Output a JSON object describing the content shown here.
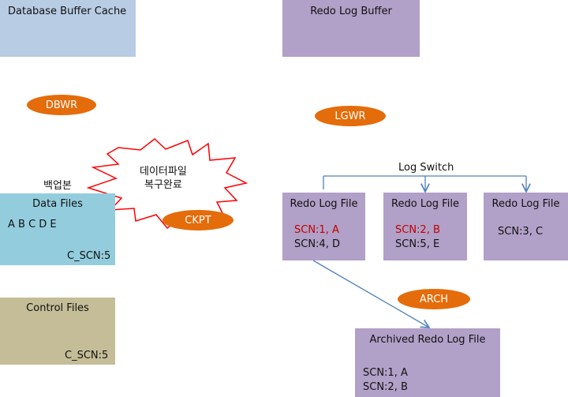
{
  "db_buffer_cache": {
    "label": "Database Buffer Cache",
    "color": "#b8cce4"
  },
  "redo_log_buffer": {
    "label": "Redo Log Buffer",
    "color": "#b1a0c7"
  },
  "processes": {
    "dbwr": "DBWR",
    "lgwr": "LGWR",
    "ckpt": "CKPT",
    "arch": "ARCH"
  },
  "starburst": {
    "line1": "데이터파일",
    "line2": "복구완료"
  },
  "backup_label": "백업본",
  "data_files": {
    "title": "Data Files",
    "content": "A B C D E",
    "scn": "C_SCN:5",
    "color": "#93cddd"
  },
  "control_files": {
    "title": "Control Files",
    "scn": "C_SCN:5",
    "color": "#c4bd97"
  },
  "log_switch_label": "Log Switch",
  "redo_log_files": [
    {
      "title": "Redo Log File",
      "line1": "SCN:1, A",
      "line2": "SCN:4, D"
    },
    {
      "title": "Redo Log File",
      "line1": "SCN:2, B",
      "line2": "SCN:5, E"
    },
    {
      "title": "Redo Log File",
      "line1": "SCN:3, C",
      "line2": ""
    }
  ],
  "archived_redo_log_file": {
    "title": "Archived Redo Log File",
    "line1": "SCN:1, A",
    "line2": "SCN:2, B"
  }
}
